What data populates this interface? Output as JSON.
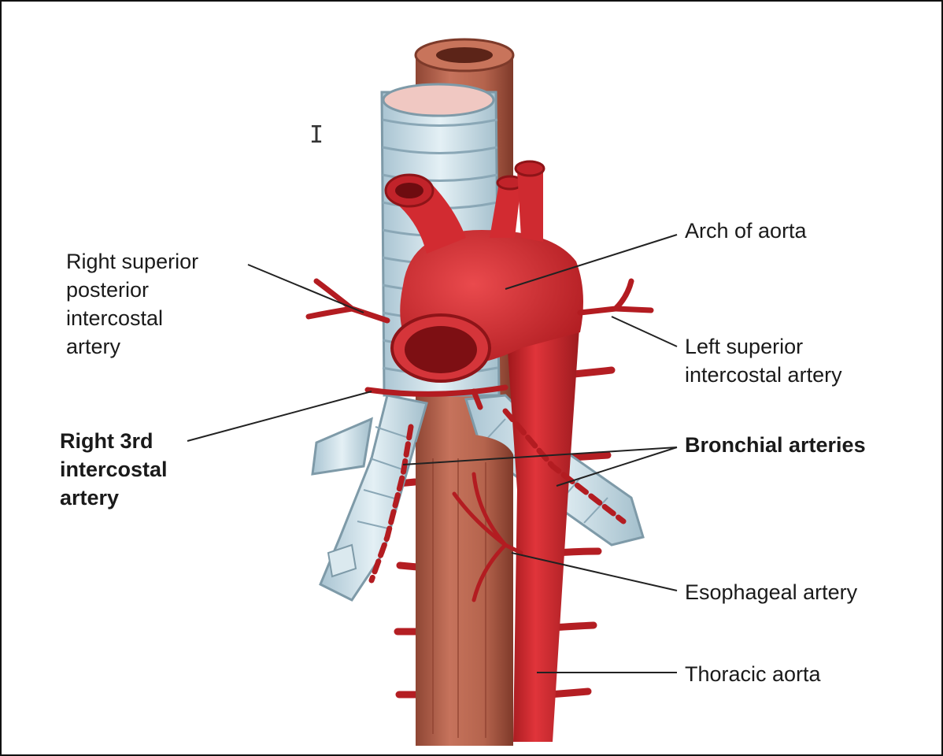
{
  "labels": {
    "arch_of_aorta": "Arch of aorta",
    "right_superior_posterior_intercostal": "Right superior\nposterior\nintercostal\nartery",
    "left_superior_intercostal": "Left superior\nintercostal artery",
    "right_3rd_intercostal": "Right 3rd\nintercostal\nartery",
    "bronchial_arteries": "Bronchial arteries",
    "esophageal_artery": "Esophageal artery",
    "thoracic_aorta": "Thoracic aorta"
  },
  "colors": {
    "artery": "#c8262b",
    "artery_dark": "#8e1418",
    "esophagus": "#b9664f",
    "trachea": "#cfe2ea",
    "leader_line": "#222222"
  },
  "cursor_icon": "text-cursor-icon"
}
